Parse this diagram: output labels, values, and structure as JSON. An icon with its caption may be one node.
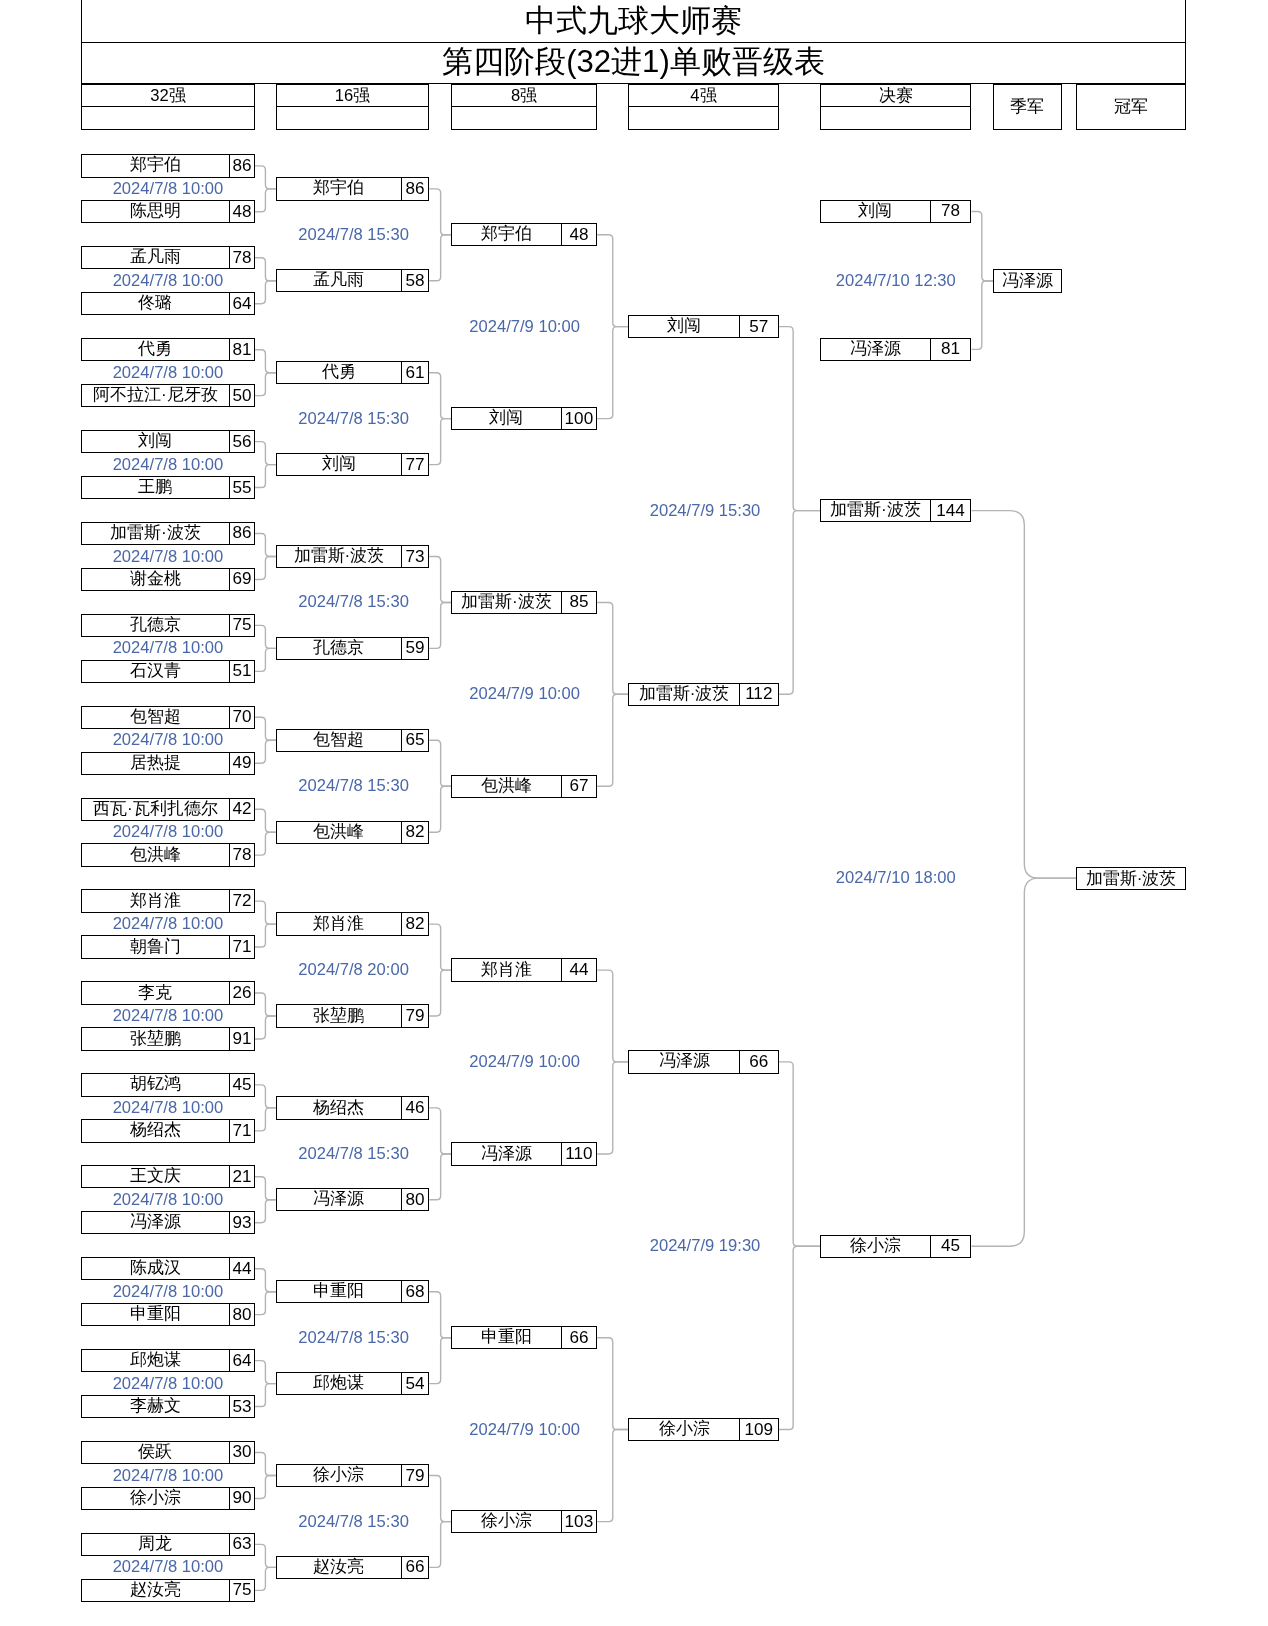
{
  "diagram": {
    "title": "中式九球大师赛",
    "nodes": [
      {
        "text": [
          "郑宇伯",
          "86"
        ]
      },
      {
        "text": [
          "陈思明",
          "48"
        ]
      },
      {
        "text": [
          "孟凡雨",
          "78"
        ]
      },
      {
        "text": [
          "佟璐",
          "64"
        ]
      },
      {
        "text": [
          "代勇",
          "81"
        ]
      },
      {
        "text": [
          "阿不拉江·尼牙孜",
          "50"
        ]
      },
      {
        "text": [
          "刘闯",
          "56"
        ]
      },
      {
        "text": [
          "王鹏",
          "55"
        ]
      },
      {
        "text": [
          "加雷斯·波茨",
          "86"
        ]
      },
      {
        "text": [
          "谢金桃",
          "69"
        ]
      },
      {
        "text": [
          "孔德京",
          "75"
        ]
      },
      {
        "text": [
          "石汉青",
          "51"
        ]
      },
      {
        "text": [
          "包智超",
          "70"
        ]
      },
      {
        "text": [
          "居热提",
          "49"
        ]
      },
      {
        "text": [
          "西瓦·瓦利扎德尔",
          "42"
        ]
      },
      {
        "text": [
          "包洪峰",
          "78"
        ]
      },
      {
        "text": [
          "郑肖淮",
          "72"
        ]
      },
      {
        "text": [
          "朝鲁门",
          "71"
        ]
      },
      {
        "text": [
          "李克",
          "26"
        ]
      },
      {
        "text": [
          "张堃鹏",
          "91"
        ]
      },
      {
        "text": [
          "胡钇鸿",
          "45"
        ]
      },
      {
        "text": [
          "杨绍杰",
          "71"
        ]
      },
      {
        "text": [
          "王文庆",
          "21"
        ]
      },
      {
        "text": [
          "冯泽源",
          "93"
        ]
      },
      {
        "text": [
          "陈成汉",
          "44"
        ]
      },
      {
        "text": [
          "申重阳",
          "80"
        ]
      },
      {
        "text": [
          "邱炮谋",
          "64"
        ]
      },
      {
        "text": [
          "李赫文",
          "53"
        ]
      },
      {
        "text": [
          "侯跃",
          "30"
        ]
      },
      {
        "text": [
          "徐小淙",
          "90"
        ]
      },
      {
        "text": [
          "周龙",
          "63"
        ]
      },
      {
        "text": [
          "赵汝亮",
          "75"
        ]
      },
      {
        "text": [
          "郑宇伯",
          "86"
        ]
      },
      {
        "text": [
          "孟凡雨",
          "58"
        ]
      },
      {
        "text": [
          "代勇",
          "61"
        ]
      },
      {
        "text": [
          "刘闯",
          "77"
        ]
      },
      {
        "text": [
          "加雷斯·波茨",
          "73"
        ]
      },
      {
        "text": [
          "孔德京",
          "59"
        ]
      },
      {
        "text": [
          "包智超",
          "65"
        ]
      },
      {
        "text": [
          "包洪峰",
          "82"
        ]
      },
      {
        "text": [
          "郑肖淮",
          "82"
        ]
      },
      {
        "text": [
          "张堃鹏",
          "79"
        ]
      },
      {
        "text": [
          "杨绍杰",
          "46"
        ]
      },
      {
        "text": [
          "冯泽源",
          "80"
        ]
      },
      {
        "text": [
          "申重阳",
          "68"
        ]
      },
      {
        "text": [
          "邱炮谋",
          "54"
        ]
      },
      {
        "text": [
          "徐小淙",
          "79"
        ]
      },
      {
        "text": [
          "赵汝亮",
          "66"
        ]
      },
      {
        "text": [
          "郑宇伯",
          "48"
        ]
      },
      {
        "text": [
          "刘闯",
          "100"
        ]
      },
      {
        "text": [
          "加雷斯·波茨",
          "85"
        ]
      },
      {
        "text": [
          "包洪峰",
          "67"
        ]
      },
      {
        "text": [
          "郑肖淮",
          "44"
        ]
      },
      {
        "text": [
          "冯泽源",
          "110"
        ]
      },
      {
        "text": [
          "申重阳",
          "66"
        ]
      },
      {
        "text": [
          "徐小淙",
          "103"
        ]
      },
      {
        "text": [
          "刘闯",
          "57"
        ]
      },
      {
        "text": [
          "加雷斯·波茨",
          "112"
        ]
      },
      {
        "text": [
          "冯泽源",
          "66"
        ]
      },
      {
        "text": [
          "徐小淙",
          "109"
        ]
      },
      {
        "text": [
          "刘闯",
          "78"
        ]
      },
      {
        "text": [
          "冯泽源",
          "81"
        ]
      },
      {
        "text": [
          "加雷斯·波茨",
          "144"
        ]
      },
      {
        "text": [
          "徐小淙",
          "45"
        ]
      },
      {
        "text": [
          "冯泽源"
        ]
      },
      {
        "text": [
          "加雷斯·波茨"
        ]
      }
    ],
    "edges": [
      {
        "from": 0,
        "to": 32,
        "arrow": "none"
      },
      {
        "from": 1,
        "to": 32,
        "arrow": "none"
      },
      {
        "from": 2,
        "to": 33,
        "arrow": "none"
      },
      {
        "from": 3,
        "to": 33,
        "arrow": "none"
      },
      {
        "from": 4,
        "to": 34,
        "arrow": "none"
      },
      {
        "from": 5,
        "to": 34,
        "arrow": "none"
      },
      {
        "from": 6,
        "to": 35,
        "arrow": "none"
      },
      {
        "from": 7,
        "to": 35,
        "arrow": "none"
      },
      {
        "from": 8,
        "to": 36,
        "arrow": "none"
      },
      {
        "from": 9,
        "to": 36,
        "arrow": "none"
      },
      {
        "from": 10,
        "to": 37,
        "arrow": "none"
      },
      {
        "from": 11,
        "to": 37,
        "arrow": "none"
      },
      {
        "from": 12,
        "to": 38,
        "arrow": "none"
      },
      {
        "from": 13,
        "to": 38,
        "arrow": "none"
      },
      {
        "from": 14,
        "to": 39,
        "arrow": "none"
      },
      {
        "from": 15,
        "to": 39,
        "arrow": "none"
      },
      {
        "from": 16,
        "to": 40,
        "arrow": "none"
      },
      {
        "from": 17,
        "to": 40,
        "arrow": "none"
      },
      {
        "from": 18,
        "to": 41,
        "arrow": "none"
      },
      {
        "from": 19,
        "to": 41,
        "arrow": "none"
      },
      {
        "from": 20,
        "to": 42,
        "arrow": "none"
      },
      {
        "from": 21,
        "to": 42,
        "arrow": "none"
      },
      {
        "from": 22,
        "to": 43,
        "arrow": "none"
      },
      {
        "from": 23,
        "to": 43,
        "arrow": "none"
      },
      {
        "from": 24,
        "to": 44,
        "arrow": "none"
      },
      {
        "from": 25,
        "to": 44,
        "arrow": "none"
      },
      {
        "from": 26,
        "to": 45,
        "arrow": "none"
      },
      {
        "from": 27,
        "to": 45,
        "arrow": "none"
      },
      {
        "from": 28,
        "to": 46,
        "arrow": "none"
      },
      {
        "from": 29,
        "to": 46,
        "arrow": "none"
      },
      {
        "from": 30,
        "to": 47,
        "arrow": "none"
      },
      {
        "from": 31,
        "to": 47,
        "arrow": "none"
      },
      {
        "from": 32,
        "to": 48,
        "arrow": "none"
      },
      {
        "from": 33,
        "to": 48,
        "arrow": "none"
      },
      {
        "from": 34,
        "to": 49,
        "arrow": "none"
      },
      {
        "from": 35,
        "to": 49,
        "arrow": "none"
      },
      {
        "from": 36,
        "to": 50,
        "arrow": "none"
      },
      {
        "from": 37,
        "to": 50,
        "arrow": "none"
      },
      {
        "from": 38,
        "to": 51,
        "arrow": "none"
      },
      {
        "from": 39,
        "to": 51,
        "arrow": "none"
      },
      {
        "from": 40,
        "to": 52,
        "arrow": "none"
      },
      {
        "from": 41,
        "to": 52,
        "arrow": "none"
      },
      {
        "from": 42,
        "to": 53,
        "arrow": "none"
      },
      {
        "from": 43,
        "to": 53,
        "arrow": "none"
      },
      {
        "from": 44,
        "to": 54,
        "arrow": "none"
      },
      {
        "from": 45,
        "to": 54,
        "arrow": "none"
      },
      {
        "from": 46,
        "to": 55,
        "arrow": "none"
      },
      {
        "from": 47,
        "to": 55,
        "arrow": "none"
      },
      {
        "from": 48,
        "to": 56,
        "arrow": "none"
      },
      {
        "from": 49,
        "to": 56,
        "arrow": "none"
      },
      {
        "from": 50,
        "to": 57,
        "arrow": "none"
      },
      {
        "from": 51,
        "to": 57,
        "arrow": "none"
      },
      {
        "from": 52,
        "to": 58,
        "arrow": "none"
      },
      {
        "from": 53,
        "to": 58,
        "arrow": "none"
      },
      {
        "from": 54,
        "to": 59,
        "arrow": "none"
      },
      {
        "from": 55,
        "to": 59,
        "arrow": "none"
      },
      {
        "from": 56,
        "to": 62,
        "arrow": "none"
      },
      {
        "from": 57,
        "to": 62,
        "arrow": "none"
      },
      {
        "from": 58,
        "to": 63,
        "arrow": "none"
      },
      {
        "from": 59,
        "to": 63,
        "arrow": "none"
      },
      {
        "from": 60,
        "to": 64,
        "arrow": "none"
      },
      {
        "from": 61,
        "to": 64,
        "arrow": "none"
      },
      {
        "from": 62,
        "to": 65,
        "arrow": "none"
      },
      {
        "from": 63,
        "to": 65,
        "arrow": "none"
      }
    ],
    "labels": [
      "第四阶段(32进1)单败晋级表",
      "32强",
      "16强",
      "8强",
      "4强",
      "决赛",
      "季军",
      "冠军",
      "2024/7/8 10:00",
      "2024/7/8 10:00",
      "2024/7/8 10:00",
      "2024/7/8 10:00",
      "2024/7/8 10:00",
      "2024/7/8 10:00",
      "2024/7/8 10:00",
      "2024/7/8 10:00",
      "2024/7/8 10:00",
      "2024/7/8 10:00",
      "2024/7/8 10:00",
      "2024/7/8 10:00",
      "2024/7/8 10:00",
      "2024/7/8 10:00",
      "2024/7/8 10:00",
      "2024/7/8 10:00",
      "2024/7/8 15:30",
      "2024/7/8 15:30",
      "2024/7/8 15:30",
      "2024/7/8 15:30",
      "2024/7/8 20:00",
      "2024/7/8 15:30",
      "2024/7/8 15:30",
      "2024/7/8 15:30",
      "2024/7/9 10:00",
      "2024/7/9 10:00",
      "2024/7/9 10:00",
      "2024/7/9 10:00",
      "2024/7/9 15:30",
      "2024/7/9 19:30",
      "2024/7/10 12:30",
      "2024/7/10 18:00"
    ]
  }
}
